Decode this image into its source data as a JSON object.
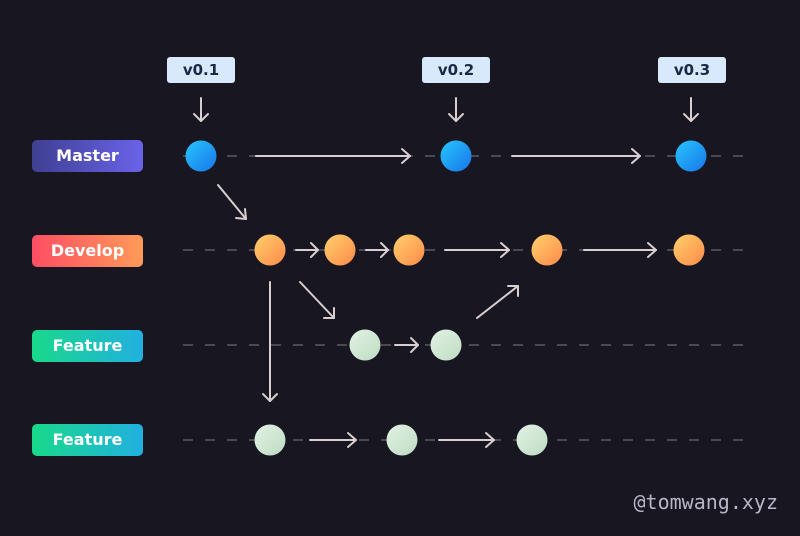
{
  "branches": [
    {
      "id": "master",
      "label": "Master",
      "gradient": [
        "#3f3f92",
        "#6a63e9"
      ]
    },
    {
      "id": "develop",
      "label": "Develop",
      "gradient": [
        "#ff4e63",
        "#ff9a58"
      ]
    },
    {
      "id": "feature1",
      "label": "Feature",
      "gradient": [
        "#19d98a",
        "#21b0e0"
      ]
    },
    {
      "id": "feature2",
      "label": "Feature",
      "gradient": [
        "#19d98a",
        "#21b0e0"
      ]
    }
  ],
  "tags": [
    {
      "label": "v0.1"
    },
    {
      "label": "v0.2"
    },
    {
      "label": "v0.3"
    }
  ],
  "commit_colors": {
    "master": "#1fa8f0",
    "develop": "#ffab45",
    "feature": "#d1e8d3"
  },
  "watermark": "@tomwang.xyz"
}
